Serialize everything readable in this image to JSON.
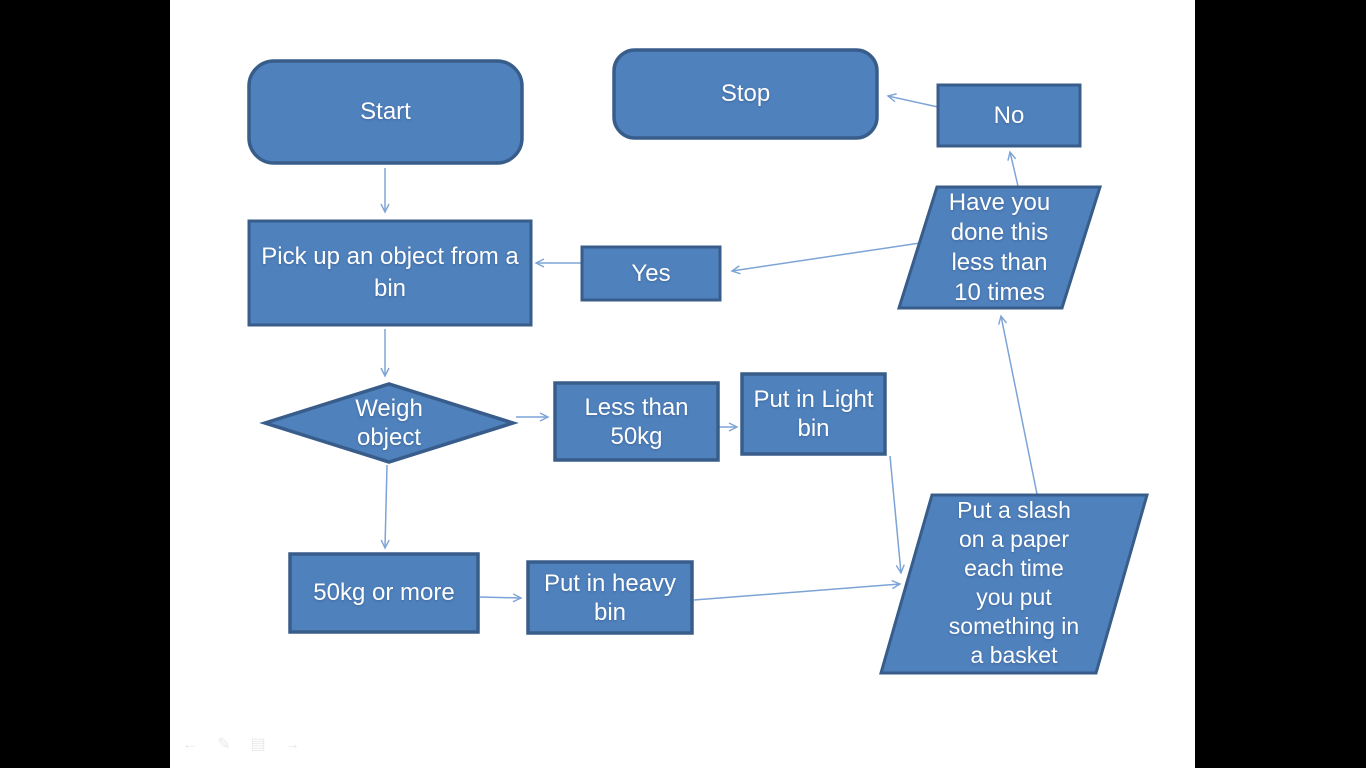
{
  "colors": {
    "canvas_background": "#000000",
    "slide_background": "#ffffff",
    "shape_fill": "#4f81bd",
    "shape_border": "#385d8a",
    "arrow": "#7da4d6",
    "text": "#ffffff",
    "nav_icon": "#e9e9e9"
  },
  "flowchart": {
    "nodes": {
      "start": {
        "type": "rounded-rectangle",
        "label": "Start"
      },
      "stop": {
        "type": "rounded-rectangle",
        "label": "Stop"
      },
      "no": {
        "type": "rectangle",
        "label": "No"
      },
      "yes": {
        "type": "rectangle",
        "label": "Yes"
      },
      "pick_up": {
        "type": "rectangle",
        "label": "Pick up an object from a\nbin"
      },
      "weigh": {
        "type": "diamond",
        "label": "Weigh\nobject"
      },
      "less_than": {
        "type": "rectangle",
        "label": "Less than\n50kg"
      },
      "light_bin": {
        "type": "rectangle",
        "label": "Put in Light\nbin"
      },
      "more_50kg": {
        "type": "rectangle",
        "label": "50kg or more"
      },
      "heavy_bin": {
        "type": "rectangle",
        "label": "Put in heavy\nbin"
      },
      "have_you": {
        "type": "parallelogram",
        "label": "Have you\ndone this\nless than\n10 times"
      },
      "slash": {
        "type": "parallelogram",
        "label": "Put a slash\non a paper\neach time\nyou put\nsomething in\na basket"
      }
    },
    "edges": [
      {
        "from": "start",
        "to": "pick_up"
      },
      {
        "from": "yes",
        "to": "pick_up"
      },
      {
        "from": "have_you",
        "to": "yes"
      },
      {
        "from": "no",
        "to": "stop"
      },
      {
        "from": "have_you",
        "to": "no"
      },
      {
        "from": "pick_up",
        "to": "weigh"
      },
      {
        "from": "weigh",
        "to": "less_than"
      },
      {
        "from": "less_than",
        "to": "light_bin"
      },
      {
        "from": "weigh",
        "to": "more_50kg"
      },
      {
        "from": "more_50kg",
        "to": "heavy_bin"
      },
      {
        "from": "heavy_bin",
        "to": "slash"
      },
      {
        "from": "light_bin",
        "to": "slash"
      },
      {
        "from": "slash",
        "to": "have_you"
      }
    ]
  },
  "nav_toolbar": {
    "icons": [
      {
        "name": "previous-slide",
        "glyph": "←"
      },
      {
        "name": "pen",
        "glyph": "✎"
      },
      {
        "name": "slide-menu",
        "glyph": "▤"
      },
      {
        "name": "next-slide",
        "glyph": "→"
      }
    ]
  }
}
